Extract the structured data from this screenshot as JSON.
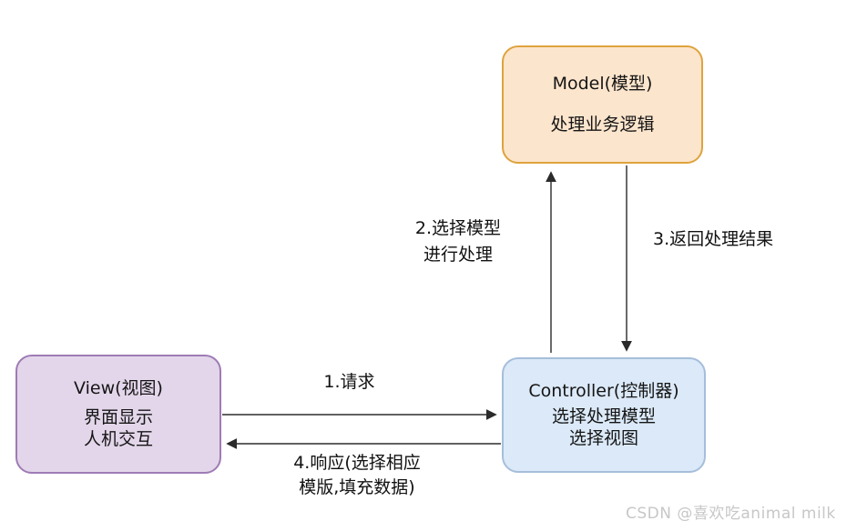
{
  "nodes": {
    "model": {
      "title": "Model(模型)",
      "body_line1": "处理业务逻辑",
      "fill": "#fce5cd",
      "border": "#dfa33c"
    },
    "view": {
      "title": "View(视图)",
      "body_line1": "界面显示",
      "body_line2": "人机交互",
      "fill": "#e3d6ea",
      "border": "#9e7bb5"
    },
    "controller": {
      "title": "Controller(控制器)",
      "body_line1": "选择处理模型",
      "body_line2": "选择视图",
      "fill": "#dbe9f8",
      "border": "#a6bedb"
    }
  },
  "arrows": {
    "request": {
      "label": "1.请求",
      "from": "view",
      "to": "controller"
    },
    "select_model": {
      "label_line1": "2.选择模型",
      "label_line2": "进行处理",
      "from": "controller",
      "to": "model"
    },
    "return_result": {
      "label": "3.返回处理结果",
      "from": "model",
      "to": "controller"
    },
    "response": {
      "label_line1": "4.响应(选择相应",
      "label_line2": "模版,填充数据)",
      "from": "controller",
      "to": "view"
    }
  },
  "watermark": "CSDN @喜欢吃animal milk",
  "colors": {
    "arrow": "#2b2b2b",
    "text": "#111111",
    "watermark": "#c7c7c7",
    "background": "#ffffff"
  }
}
